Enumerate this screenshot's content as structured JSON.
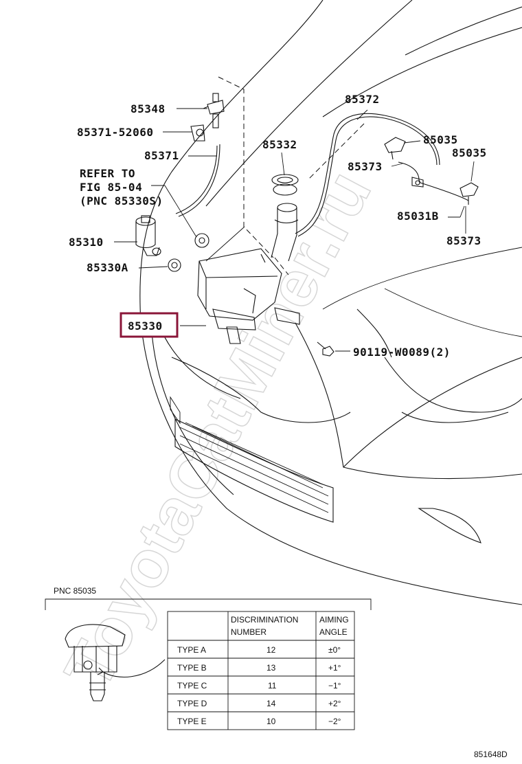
{
  "diagram_id": "851648D",
  "watermark": "ToyotaCatMiner.ru",
  "selected_part": "85330",
  "parts": {
    "p85348": "85348",
    "p85371_52060": "85371-52060",
    "p85371": "85371",
    "p85332": "85332",
    "p85372": "85372",
    "p85035_a": "85035",
    "p85035_b": "85035",
    "p85373_a": "85373",
    "p85373_b": "85373",
    "p85031b": "85031B",
    "p85310": "85310",
    "p85330a": "85330A",
    "p85330": "85330",
    "p90119": "90119-W0089(2)"
  },
  "refer_note": {
    "line1": "REFER TO",
    "line2": "FIG 85-04",
    "line3": "(PNC 85330S)"
  },
  "inset": {
    "title": "PNC 85035",
    "headers": [
      "DISCRIMINATION",
      "NUMBER",
      "AIMING",
      "ANGLE"
    ],
    "rows": [
      {
        "type": "TYPE A",
        "number": "12",
        "angle": "±0°"
      },
      {
        "type": "TYPE B",
        "number": "13",
        "angle": "+1°"
      },
      {
        "type": "TYPE C",
        "number": "11",
        "angle": "−1°"
      },
      {
        "type": "TYPE D",
        "number": "14",
        "angle": "+2°"
      },
      {
        "type": "TYPE E",
        "number": "10",
        "angle": "−2°"
      }
    ]
  }
}
